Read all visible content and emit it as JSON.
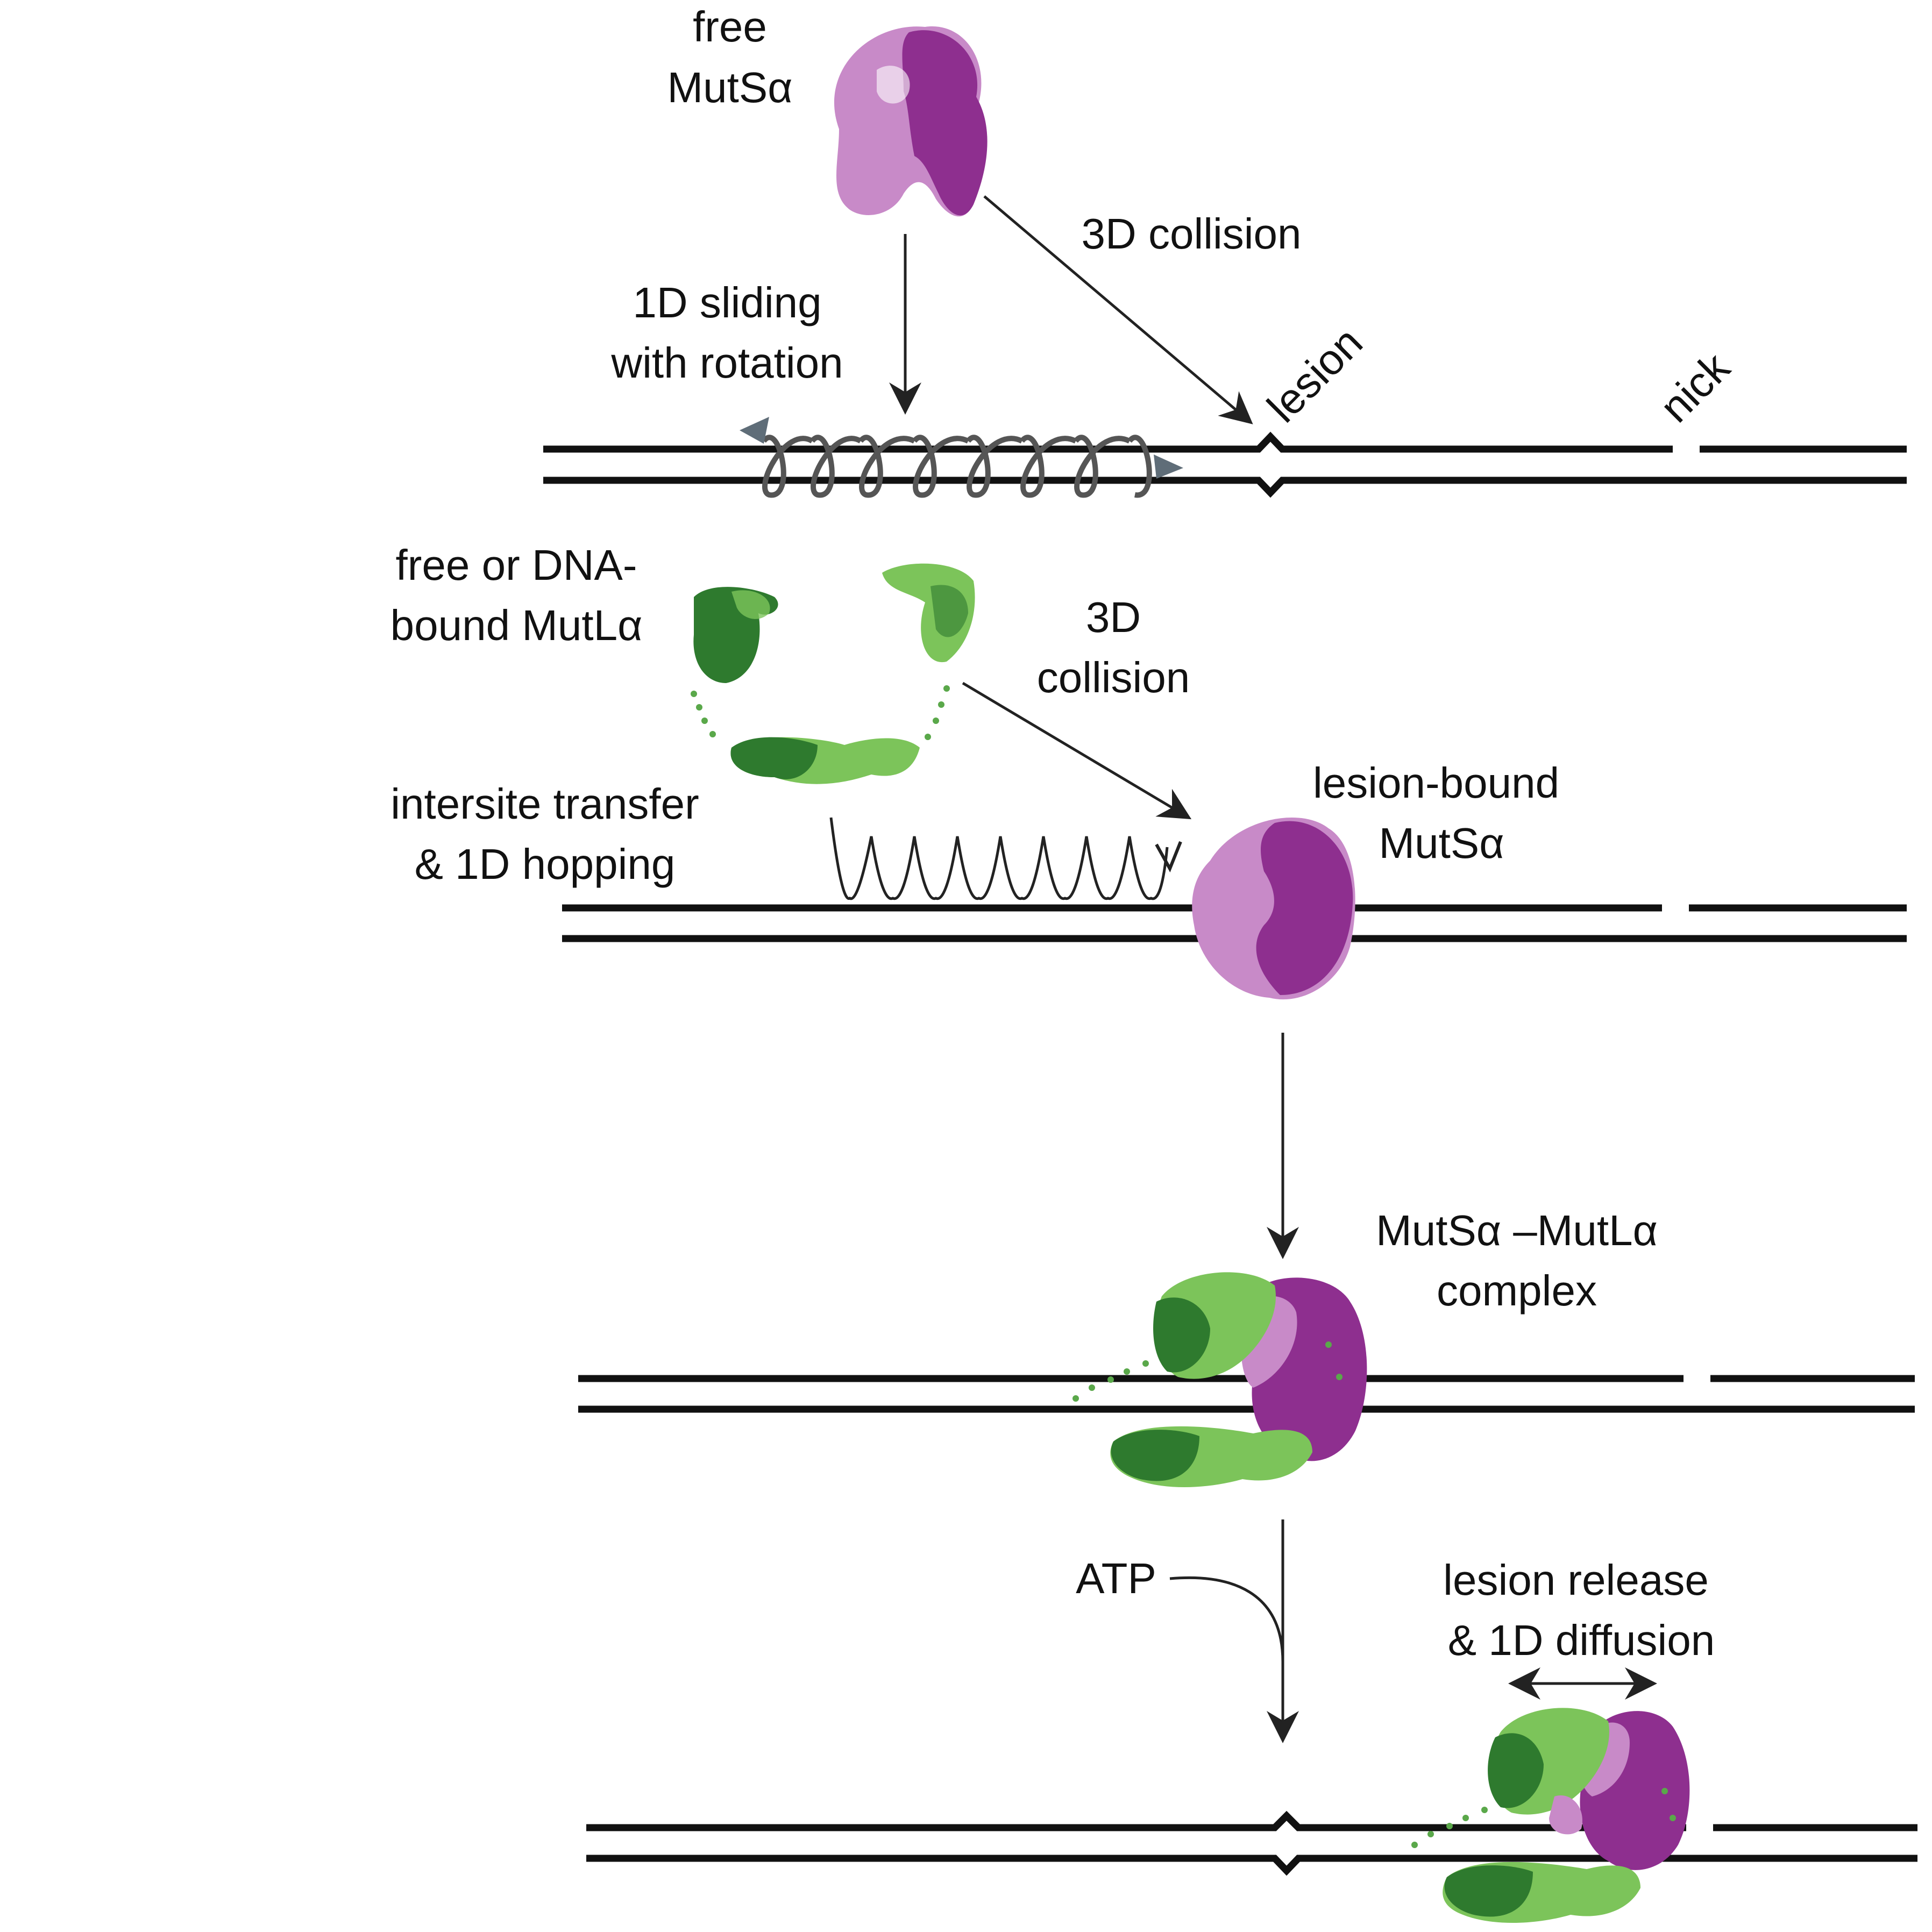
{
  "labels": {
    "free_mutsa": [
      "free",
      "MutSα"
    ],
    "collision_1": "3D collision",
    "sliding": [
      "1D sliding",
      "with rotation"
    ],
    "lesion": "lesion",
    "nick": "nick",
    "free_mutla": [
      "free or DNA-",
      "bound MutLα"
    ],
    "collision_2": [
      "3D",
      "collision"
    ],
    "intersite": [
      "intersite transfer",
      "& 1D hopping"
    ],
    "lesion_bound": [
      "lesion-bound",
      "MutSα"
    ],
    "complex": [
      "MutSα –MutLα",
      "complex"
    ],
    "atp": "ATP",
    "release": [
      "lesion release",
      "& 1D diffusion"
    ]
  },
  "colors": {
    "mutsa_dark": "#8e2f8f",
    "mutsa_light": "#c88ac8",
    "mutla_dark": "#2e7a2e",
    "mutla_light": "#7cc45a",
    "dna": "#111111",
    "arrow_head_gray": "#5f6d78"
  }
}
